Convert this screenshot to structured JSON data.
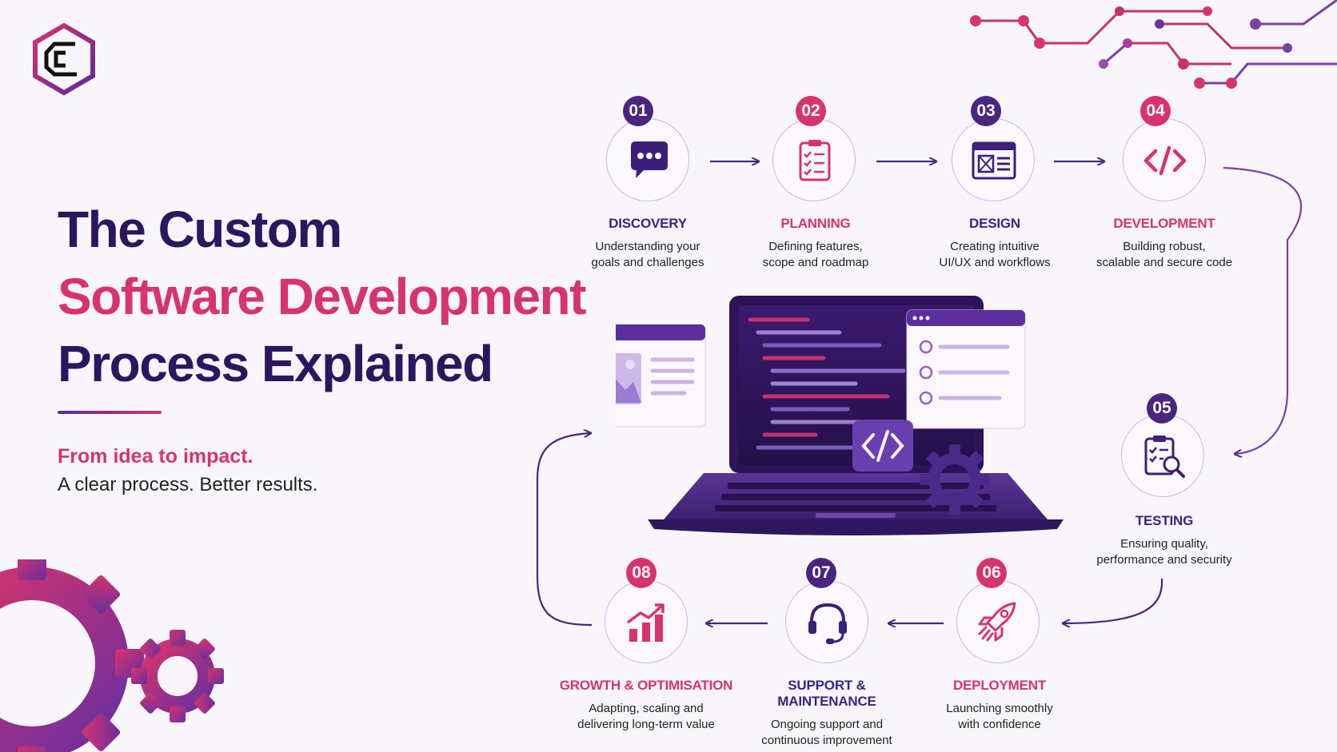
{
  "header": {
    "title_line1": "The Custom",
    "title_line2": "Software Development",
    "title_line3": "Process Explained",
    "tagline_primary": "From idea to impact.",
    "tagline_secondary": "A clear process. Better results."
  },
  "colors": {
    "purple": "#3b2286",
    "pink": "#d8336c",
    "deep_purple": "#2b1660",
    "lavender": "#c9b6e4"
  },
  "steps": [
    {
      "number": "01",
      "title": "DISCOVERY",
      "desc1": "Understanding your",
      "desc2": "goals and challenges",
      "icon": "chat-bubble-icon"
    },
    {
      "number": "02",
      "title": "PLANNING",
      "desc1": "Defining features,",
      "desc2": "scope and roadmap",
      "icon": "clipboard-checklist-icon"
    },
    {
      "number": "03",
      "title": "DESIGN",
      "desc1": "Creating intuitive",
      "desc2": "UI/UX and workflows",
      "icon": "wireframe-icon"
    },
    {
      "number": "04",
      "title": "DEVELOPMENT",
      "desc1": "Building robust,",
      "desc2": "scalable and secure code",
      "icon": "code-icon"
    },
    {
      "number": "05",
      "title": "TESTING",
      "desc1": "Ensuring quality,",
      "desc2": "performance and security",
      "icon": "clipboard-search-icon"
    },
    {
      "number": "06",
      "title": "DEPLOYMENT",
      "desc1": "Launching smoothly",
      "desc2": "with confidence",
      "icon": "rocket-icon"
    },
    {
      "number": "07",
      "title": "SUPPORT & MAINTENANCE",
      "desc1": "Ongoing support and",
      "desc2": "continuous improvement",
      "icon": "headset-icon"
    },
    {
      "number": "08",
      "title": "GROWTH & OPTIMISATION",
      "desc1": "Adapting, scaling and",
      "desc2": "delivering long-term value",
      "icon": "growth-chart-icon"
    }
  ]
}
